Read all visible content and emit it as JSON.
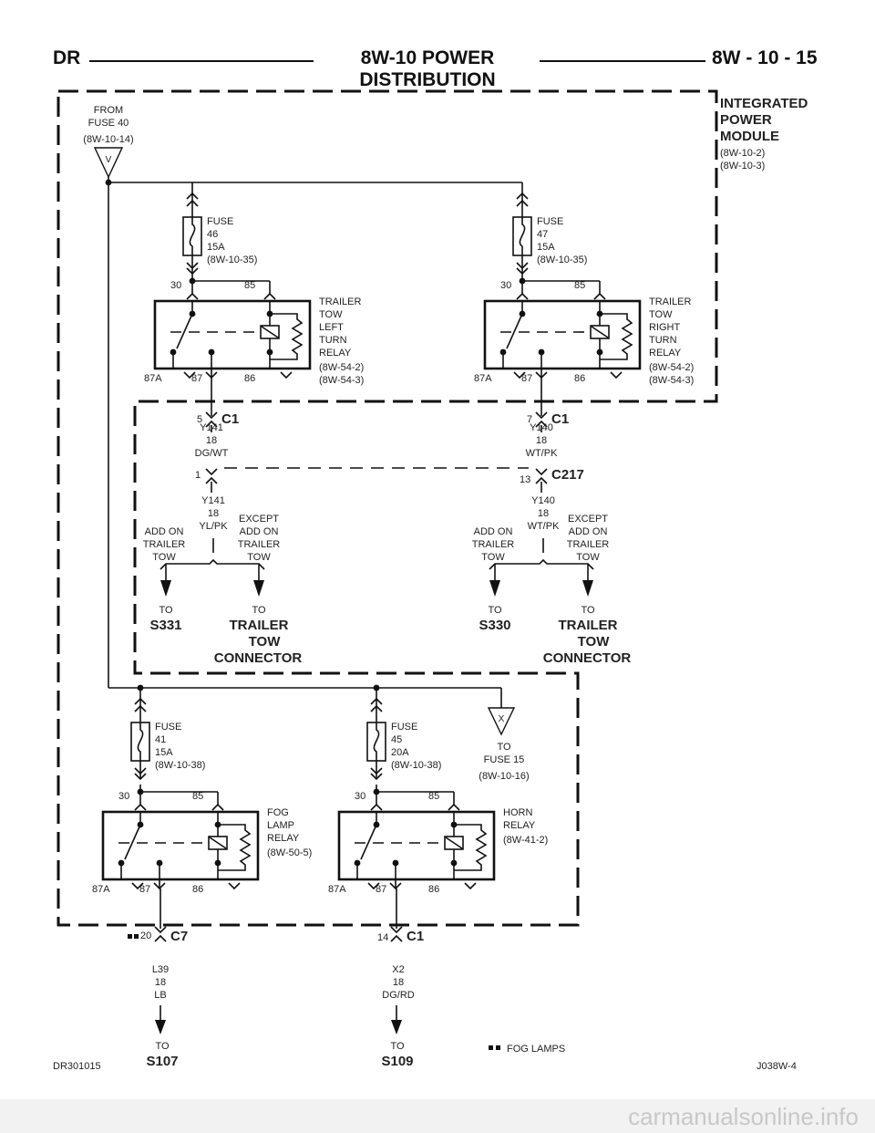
{
  "header": {
    "left": "DR",
    "title": "8W-10 POWER DISTRIBUTION",
    "right": "8W - 10 - 15"
  },
  "footer": {
    "left_code": "DR301015",
    "right_code": "J038W-4",
    "legend_label": "FOG LAMPS"
  },
  "watermark": "carmanualsonline.info",
  "module": {
    "line1": "INTEGRATED",
    "line2": "POWER",
    "line3": "MODULE",
    "ref1": "(8W-10-2)",
    "ref2": "(8W-10-3)"
  },
  "source": {
    "line1": "FROM",
    "line2": "FUSE 40",
    "ref": "(8W-10-14)",
    "marker": "V"
  },
  "fuses": [
    {
      "label": "FUSE",
      "number": "46",
      "rating": "15A",
      "ref": "(8W-10-35)"
    },
    {
      "label": "FUSE",
      "number": "47",
      "rating": "15A",
      "ref": "(8W-10-35)"
    },
    {
      "label": "FUSE",
      "number": "41",
      "rating": "15A",
      "ref": "(8W-10-38)"
    },
    {
      "label": "FUSE",
      "number": "45",
      "rating": "20A",
      "ref": "(8W-10-38)"
    }
  ],
  "relays": [
    {
      "lines": [
        "TRAILER",
        "TOW",
        "LEFT",
        "TURN",
        "RELAY"
      ],
      "refs": [
        "(8W-54-2)",
        "(8W-54-3)"
      ],
      "pins": {
        "p30": "30",
        "p85": "85",
        "p87a": "87A",
        "p87": "87",
        "p86": "86"
      }
    },
    {
      "lines": [
        "TRAILER",
        "TOW",
        "RIGHT",
        "TURN",
        "RELAY"
      ],
      "refs": [
        "(8W-54-2)",
        "(8W-54-3)"
      ],
      "pins": {
        "p30": "30",
        "p85": "85",
        "p87a": "87A",
        "p87": "87",
        "p86": "86"
      }
    },
    {
      "lines": [
        "FOG",
        "LAMP",
        "RELAY"
      ],
      "refs": [
        "(8W-50-5)"
      ],
      "pins": {
        "p30": "30",
        "p85": "85",
        "p87a": "87A",
        "p87": "87",
        "p86": "86"
      }
    },
    {
      "lines": [
        "HORN",
        "RELAY"
      ],
      "refs": [
        "(8W-41-2)"
      ],
      "pins": {
        "p30": "30",
        "p85": "85",
        "p87a": "87A",
        "p87": "87",
        "p86": "86"
      }
    }
  ],
  "connectors": {
    "c1_left": {
      "pin": "5",
      "name": "C1"
    },
    "c1_right": {
      "pin": "7",
      "name": "C1"
    },
    "c217_left": {
      "pin": "1"
    },
    "c217_right": {
      "pin": "13",
      "name": "C217"
    },
    "c7_fog": {
      "pin": "20",
      "name": "C7"
    },
    "c1_horn": {
      "pin": "14",
      "name": "C1"
    }
  },
  "wires": {
    "left_upper": {
      "circuit": "Y141",
      "gauge": "18",
      "color": "DG/WT"
    },
    "right_upper": {
      "circuit": "Y140",
      "gauge": "18",
      "color": "WT/PK"
    },
    "left_lower": {
      "circuit": "Y141",
      "gauge": "18",
      "color": "YL/PK"
    },
    "right_lower": {
      "circuit": "Y140",
      "gauge": "18",
      "color": "WT/PK"
    },
    "fog": {
      "circuit": "L39",
      "gauge": "18",
      "color": "LB"
    },
    "horn": {
      "circuit": "X2",
      "gauge": "18",
      "color": "DG/RD"
    }
  },
  "branches": {
    "add_on": [
      "ADD ON",
      "TRAILER",
      "TOW"
    ],
    "except": [
      "EXCEPT",
      "ADD ON",
      "TRAILER",
      "TOW"
    ]
  },
  "destinations": {
    "to": "TO",
    "s331": "S331",
    "s330": "S330",
    "connector_lines": [
      "TRAILER",
      "TOW",
      "CONNECTOR"
    ],
    "s107": "S107",
    "s109": "S109"
  },
  "fuse15": {
    "marker": "X",
    "line1": "TO",
    "line2": "FUSE 15",
    "ref": "(8W-10-16)"
  }
}
